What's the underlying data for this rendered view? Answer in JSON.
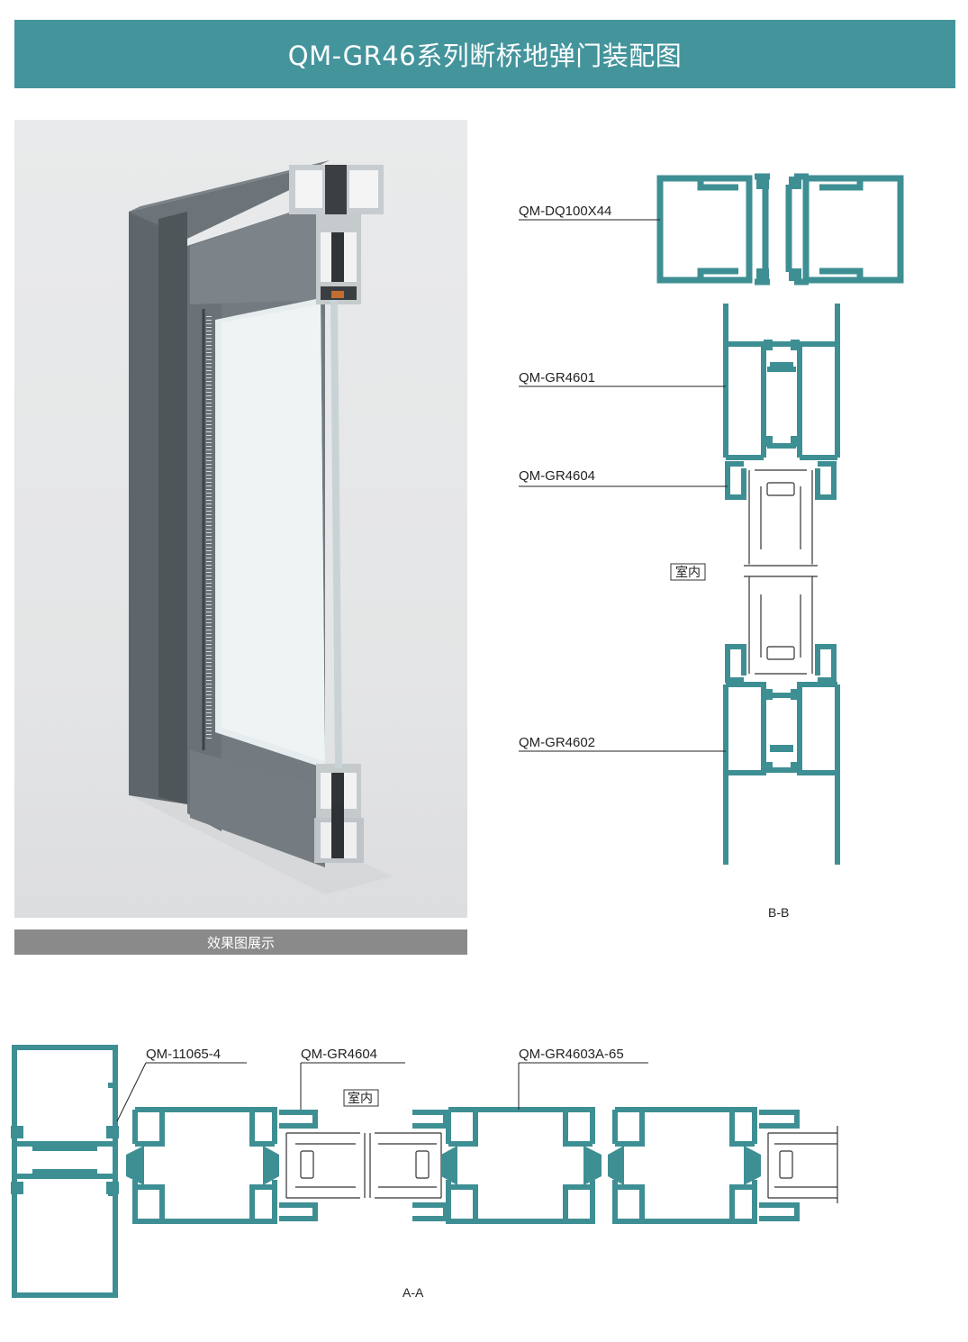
{
  "title": "QM-GR46系列断桥地弹门装配图",
  "photo_caption": "效果图展示",
  "colors": {
    "header": "#44949c",
    "profile": "#3e8f93",
    "caption_bg": "#8a8a8a",
    "frame": "#5e666b"
  },
  "bb": {
    "labels": {
      "dq": "QM-DQ100X44",
      "gr4601": "QM-GR4601",
      "gr4604": "QM-GR4604",
      "gr4602": "QM-GR4602"
    },
    "indoor": "室内",
    "section": "B-B"
  },
  "aa": {
    "labels": {
      "p11065": "QM-11065-4",
      "gr4604": "QM-GR4604",
      "gr4603": "QM-GR4603A-65"
    },
    "indoor": "室内",
    "section": "A-A"
  }
}
